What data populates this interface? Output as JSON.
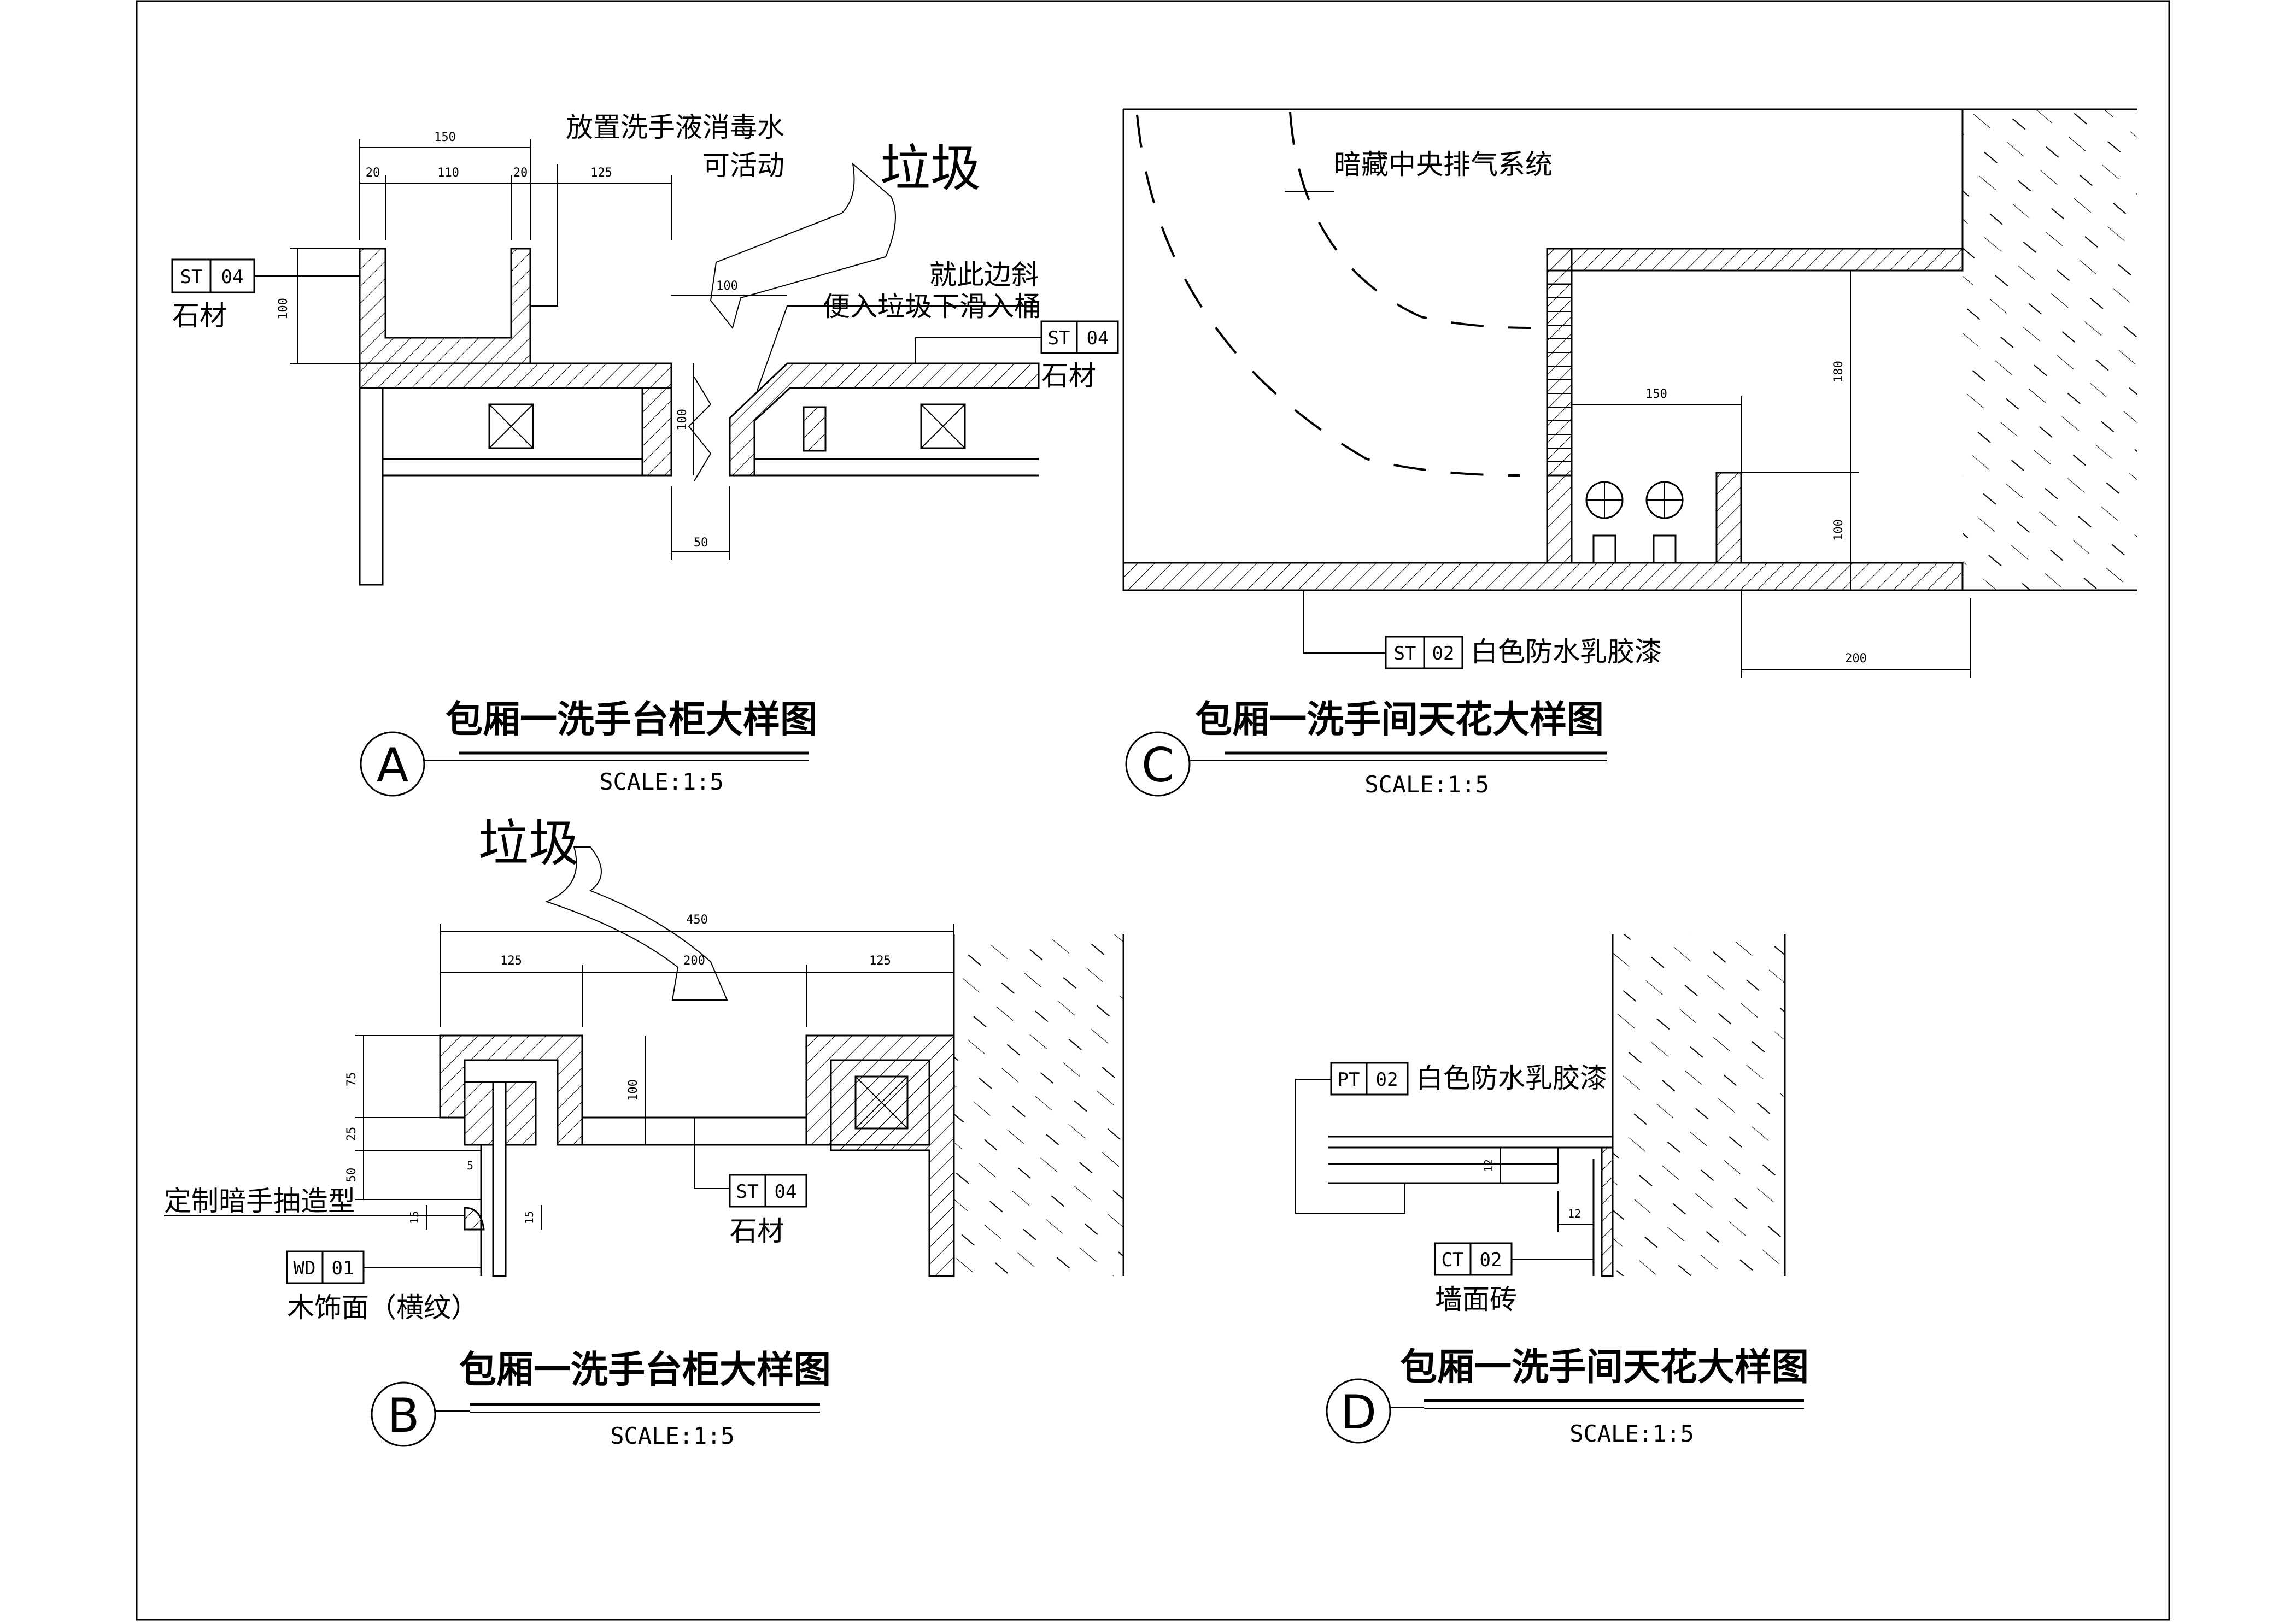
{
  "drawings": {
    "A": {
      "letter": "A",
      "title": "包厢一洗手台柜大样图",
      "scale": "SCALE:1:5",
      "dims": [
        "150",
        "20",
        "110",
        "20",
        "125",
        "100",
        "100",
        "100",
        "50"
      ],
      "note_top_1": "放置洗手液消毒水",
      "note_top_2": "可活动",
      "trash": "垃圾",
      "note_right_1": "就此边斜",
      "note_right_2": "便入垃圾下滑入桶",
      "tag_left_code": "ST",
      "tag_left_num": "04",
      "tag_left_label": "石材",
      "tag_right_code": "ST",
      "tag_right_num": "04",
      "tag_right_label": "石材"
    },
    "B": {
      "letter": "B",
      "title": "包厢一洗手台柜大样图",
      "scale": "SCALE:1:5",
      "dims": [
        "450",
        "125",
        "200",
        "125",
        "75",
        "25",
        "100",
        "50",
        "5",
        "15",
        "15"
      ],
      "trash": "垃圾",
      "note_handle": "定制暗手抽造型",
      "tag_wd_code": "WD",
      "tag_wd_num": "01",
      "tag_wd_label": "木饰面（横纹）",
      "tag_st_code": "ST",
      "tag_st_num": "04",
      "tag_st_label": "石材"
    },
    "C": {
      "letter": "C",
      "title": "包厢一洗手间天花大样图",
      "scale": "SCALE:1:5",
      "dims": [
        "150",
        "180",
        "100",
        "200"
      ],
      "note_exhaust": "暗藏中央排气系统",
      "tag_code": "ST",
      "tag_num": "02",
      "tag_label": "白色防水乳胶漆"
    },
    "D": {
      "letter": "D",
      "title": "包厢一洗手间天花大样图",
      "scale": "SCALE:1:5",
      "dims": [
        "12",
        "12"
      ],
      "tag_pt_code": "PT",
      "tag_pt_num": "02",
      "tag_pt_label": "白色防水乳胶漆",
      "tag_ct_code": "CT",
      "tag_ct_num": "02",
      "tag_ct_label": "墙面砖"
    }
  }
}
